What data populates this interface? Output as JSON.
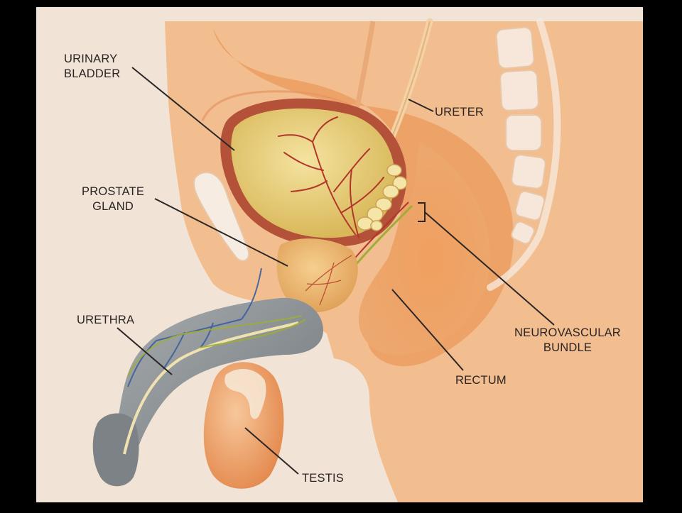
{
  "colors": {
    "frame": "#000000",
    "background": "#f1e4d6",
    "body_tissue": "#f2b98a",
    "body_tissue_dark": "#e99a62",
    "bladder_fill": "#ead27a",
    "bladder_wall": "#b4543a",
    "vessel": "#b3362a",
    "nerve": "#8fa62c",
    "vein": "#3c5fa0",
    "spine": "#f5e6d8",
    "penis_skin": "#8f969a",
    "testis": "#f0a268",
    "leader_line": "#2b2626"
  },
  "labels": {
    "urinary_bladder": "URINARY\nBLADDER",
    "ureter": "URETER",
    "prostate_gland": "PROSTATE\nGLAND",
    "urethra": "URETHRA",
    "neurovascular_bundle": "NEUROVASCULAR\nBUNDLE",
    "rectum": "RECTUM",
    "testis": "TESTIS"
  }
}
